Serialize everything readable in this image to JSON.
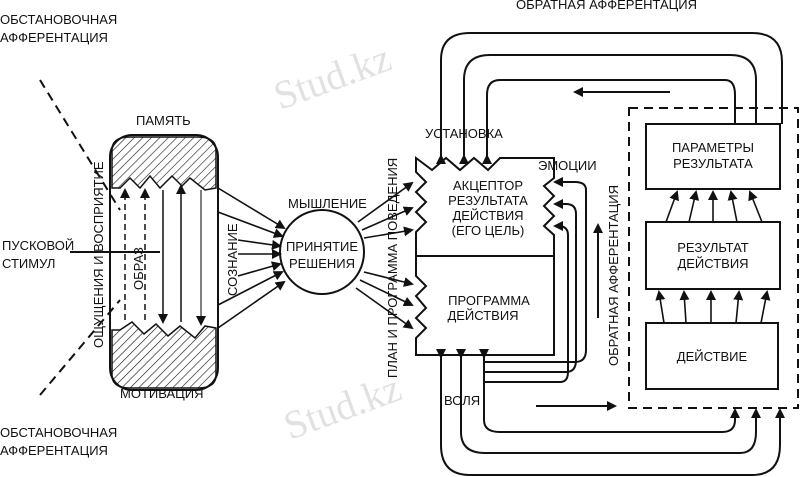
{
  "labels": {
    "env_aff_top": [
      "ОБСТАНОВОЧНАЯ",
      "АФФЕРЕНТАЦИЯ"
    ],
    "env_aff_bottom": [
      "ОБСТАНОВОЧНАЯ",
      "АФФЕРЕНТАЦИЯ"
    ],
    "trigger": [
      "ПУСКОВОЙ",
      "СТИМУЛ"
    ],
    "memory": "ПАМЯТЬ",
    "motivation": "МОТИВАЦИЯ",
    "sensation": "ОЩУЩЕНИЯ И ВОСПРИЯТИЕ",
    "image": "ОБРАЗ",
    "consciousness": "СОЗНАНИЕ",
    "thinking": "МЫШЛЕНИЕ",
    "decision": [
      "ПРИНЯТИЕ",
      "РЕШЕНИЯ"
    ],
    "plan": "ПЛАН И ПРОГРАММА ПОВЕДЕНИЯ",
    "setting": "УСТАНОВКА",
    "emotions": "ЭМОЦИИ",
    "acceptor": [
      "АКЦЕПТОР",
      "РЕЗУЛЬТАТА",
      "ДЕЙСТВИЯ",
      "(ЕГО ЦЕЛЬ)"
    ],
    "program": [
      "ПРОГРАММА",
      "ДЕЙСТВИЯ"
    ],
    "will": "ВОЛЯ",
    "feedback_top": "ОБРАТНАЯ АФФЕРЕНТАЦИЯ",
    "feedback_side": "ОБРАТНАЯ АФФЕРЕНТАЦИЯ",
    "params": [
      "ПАРАМЕТРЫ",
      "РЕЗУЛЬТАТА"
    ],
    "result": [
      "РЕЗУЛЬТАТ",
      "ДЕЙСТВИЯ"
    ],
    "action": "ДЕЙСТВИЕ"
  },
  "watermark": "Stud.kz"
}
